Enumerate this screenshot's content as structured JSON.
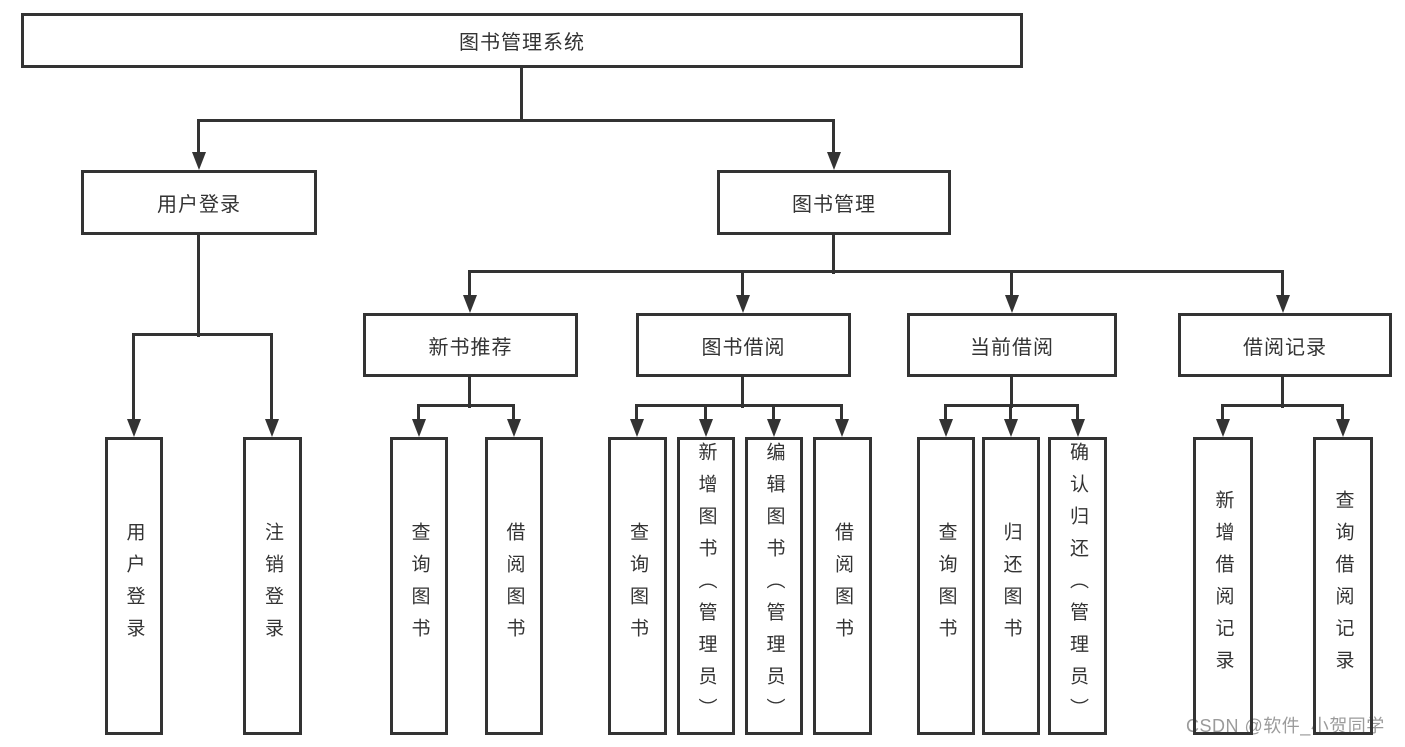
{
  "diagram": {
    "tree": {
      "root": {
        "label": "图书管理系统"
      },
      "level2": [
        {
          "label": "用户登录",
          "leaves": [
            {
              "label": "用户登录"
            },
            {
              "label": "注销登录"
            }
          ]
        },
        {
          "label": "图书管理",
          "children": [
            {
              "label": "新书推荐",
              "leaves": [
                {
                  "label": "查询图书"
                },
                {
                  "label": "借阅图书"
                }
              ]
            },
            {
              "label": "图书借阅",
              "leaves": [
                {
                  "label": "查询图书"
                },
                {
                  "label": "新增图书（管理员）"
                },
                {
                  "label": "编辑图书（管理员）"
                },
                {
                  "label": "借阅图书"
                }
              ]
            },
            {
              "label": "当前借阅",
              "leaves": [
                {
                  "label": "查询图书"
                },
                {
                  "label": "归还图书"
                },
                {
                  "label": "确认归还（管理员）"
                }
              ]
            },
            {
              "label": "借阅记录",
              "leaves": [
                {
                  "label": "新增借阅记录"
                },
                {
                  "label": "查询借阅记录"
                }
              ]
            }
          ]
        }
      ]
    }
  },
  "watermark": {
    "text": "CSDN @软件_小贺同学"
  },
  "colors": {
    "line": "#333333",
    "box_border": "#333333",
    "text": "#333333",
    "background": "#ffffff",
    "watermark_text": "#9b9b9b"
  }
}
